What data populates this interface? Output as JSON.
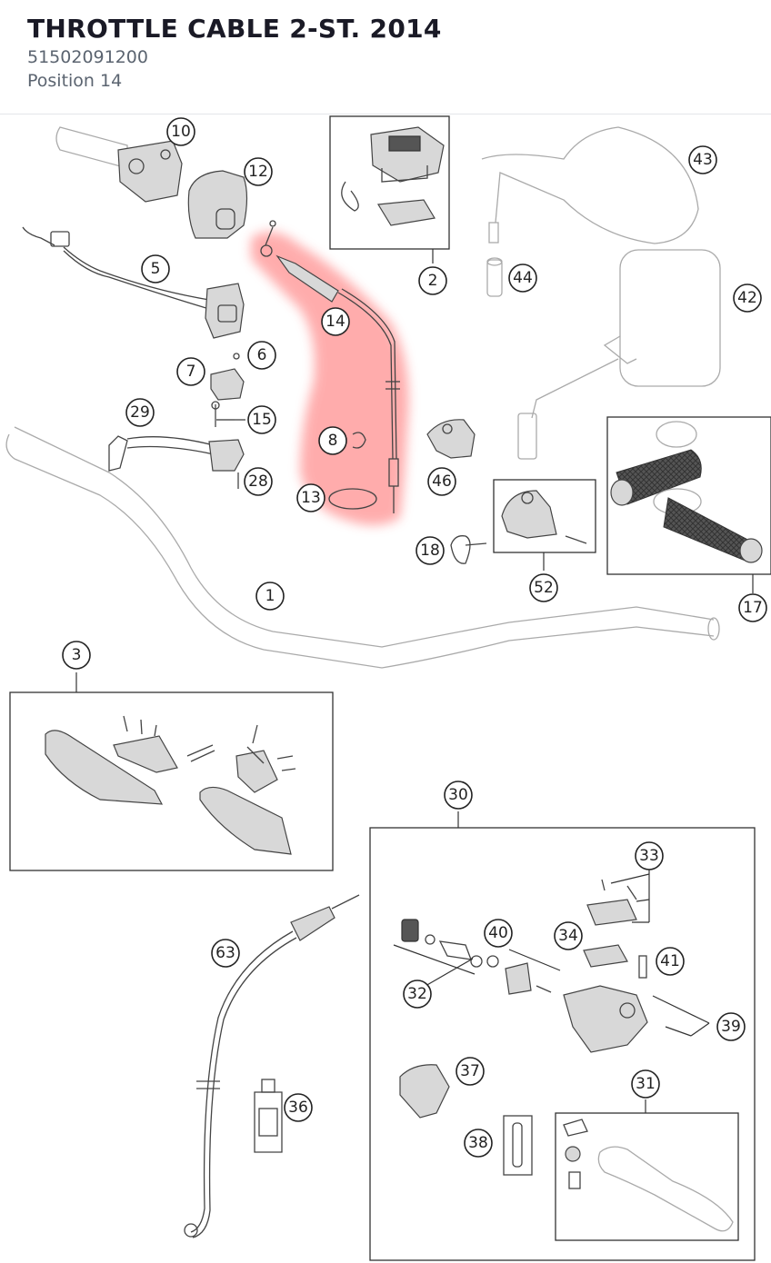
{
  "header": {
    "title": "THROTTLE CABLE 2-ST. 2014",
    "part_number": "51502091200",
    "position": "Position 14"
  },
  "highlight": {
    "color": "#ff6b6b",
    "callout": "14"
  },
  "callouts": {
    "c1": "1",
    "c2": "2",
    "c3": "3",
    "c5": "5",
    "c6": "6",
    "c7": "7",
    "c8": "8",
    "c10": "10",
    "c12": "12",
    "c13": "13",
    "c14": "14",
    "c15": "15",
    "c17": "17",
    "c18": "18",
    "c28": "28",
    "c29": "29",
    "c30": "30",
    "c31": "31",
    "c32": "32",
    "c33": "33",
    "c34": "34",
    "c36": "36",
    "c37": "37",
    "c38": "38",
    "c39": "39",
    "c40": "40",
    "c41": "41",
    "c42": "42",
    "c43": "43",
    "c44": "44",
    "c46": "46",
    "c52": "52",
    "c63": "63"
  }
}
